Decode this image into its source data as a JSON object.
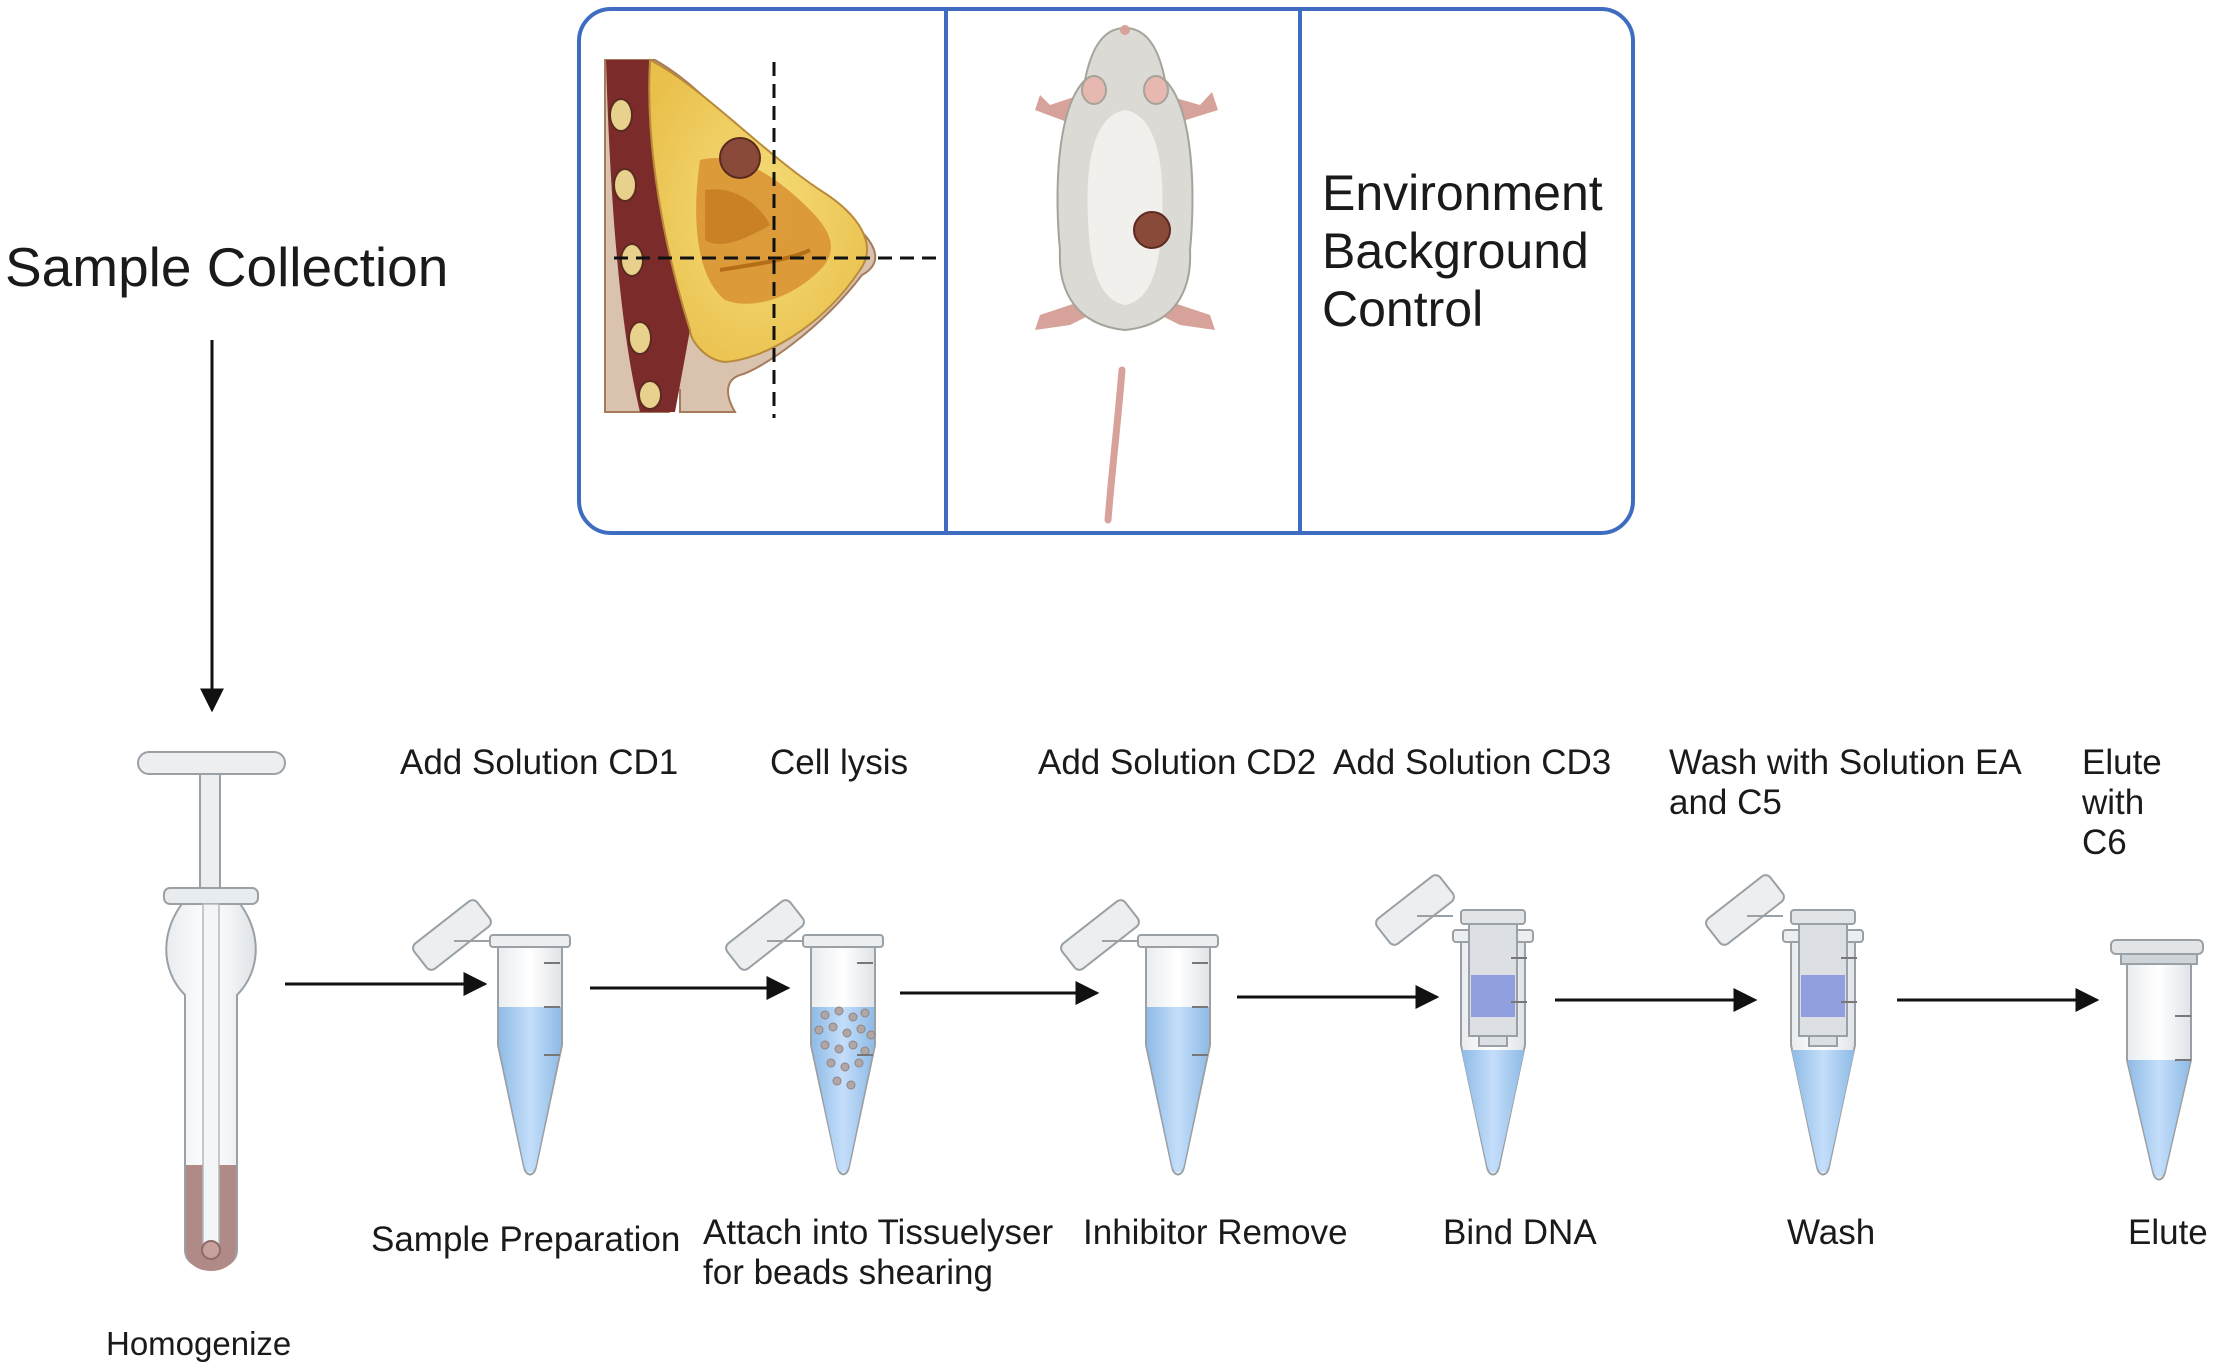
{
  "title": "Sample Collection",
  "sources": {
    "panels": [
      "breast-tissue",
      "mouse-tumor",
      "environment"
    ],
    "environment_label": "Environment\nBackground\nControl"
  },
  "steps": [
    {
      "id": "homogenize",
      "bottom": "Homogenize"
    },
    {
      "id": "prep",
      "top": "Add Solution CD1",
      "bottom": "Sample Preparation"
    },
    {
      "id": "lysis",
      "top": "Cell lysis",
      "bottom": "Attach into Tissuelyser\nfor beads shearing"
    },
    {
      "id": "inhibitor",
      "top": "Add Solution CD2",
      "bottom": "Inhibitor Remove"
    },
    {
      "id": "bind",
      "top": "Add Solution CD3",
      "bottom": "Bind DNA"
    },
    {
      "id": "wash",
      "top": "Wash with Solution EA\nand C5",
      "bottom": "Wash"
    },
    {
      "id": "elute",
      "top": "Elute with\nC6",
      "bottom": "Elute"
    }
  ],
  "colors": {
    "panel_border": "#3e6cc0",
    "liquid": "#a9cdee",
    "column": "#8f9fe0",
    "sample": "#b08a86",
    "arrow": "#111111"
  }
}
